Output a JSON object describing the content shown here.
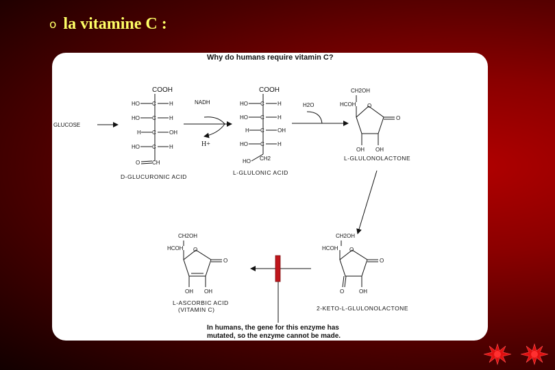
{
  "slide": {
    "bullet": "o",
    "title": "la vitamine C :"
  },
  "diagram": {
    "heading": "Why do humans require vitamin C?",
    "start": "GLUCOSE",
    "reagents": {
      "nadh": "NADH",
      "h_plus": "H+",
      "h2o": "H2O"
    },
    "compounds": [
      {
        "name": "D-GLUCURONIC ACID"
      },
      {
        "name": "L-GLULONIC ACID"
      },
      {
        "name": "L-GLULONOLACTONE"
      },
      {
        "name": "2-KETO-L-GLULONOLACTONE"
      },
      {
        "name": "L-ASCORBIC ACID",
        "subtitle": "(VITAMIN C)"
      }
    ],
    "atoms": {
      "cooh": "COOH",
      "ho": "HO",
      "h": "H",
      "oh": "OH",
      "c": "C",
      "ch2oh": "CH2OH",
      "hcoh": "HCOH",
      "o": "O",
      "ch2": "CH2",
      "ch": "CH"
    },
    "note_line1": "In humans, the gene for this enzyme has",
    "note_line2": "mutated, so the enzyme cannot be made."
  },
  "colors": {
    "title": "#ffff66",
    "block_marker": "#c0161c",
    "flower": "#e01010"
  }
}
